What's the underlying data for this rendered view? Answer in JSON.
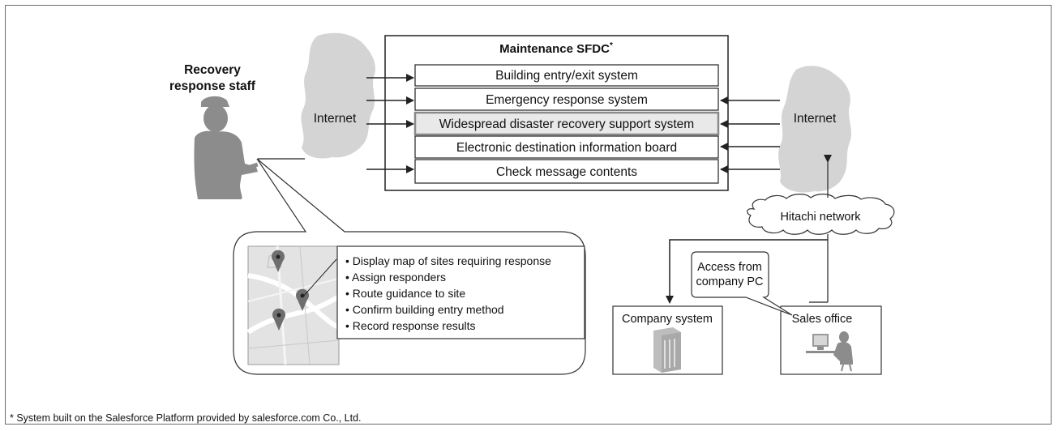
{
  "sfdc": {
    "title": "Maintenance SFDC",
    "title_mark": "*",
    "systems": [
      "Building entry/exit system",
      "Emergency response system",
      "Widespread disaster recovery support system",
      "Electronic destination information board",
      "Check message contents"
    ]
  },
  "staff": {
    "label_line1": "Recovery",
    "label_line2": "response staff"
  },
  "internet_left": "Internet",
  "internet_right": "Internet",
  "hitachi_network": "Hitachi network",
  "features": [
    "• Display map of sites requiring response",
    "• Assign responders",
    "• Route guidance to site",
    "• Confirm building entry method",
    "• Record response results"
  ],
  "company_system": "Company system",
  "sales_office": "Sales office",
  "access_bubble": {
    "line1": "Access from",
    "line2": "company PC"
  },
  "footnote": "* System built on the Salesforce Platform provided by salesforce.com Co., Ltd."
}
